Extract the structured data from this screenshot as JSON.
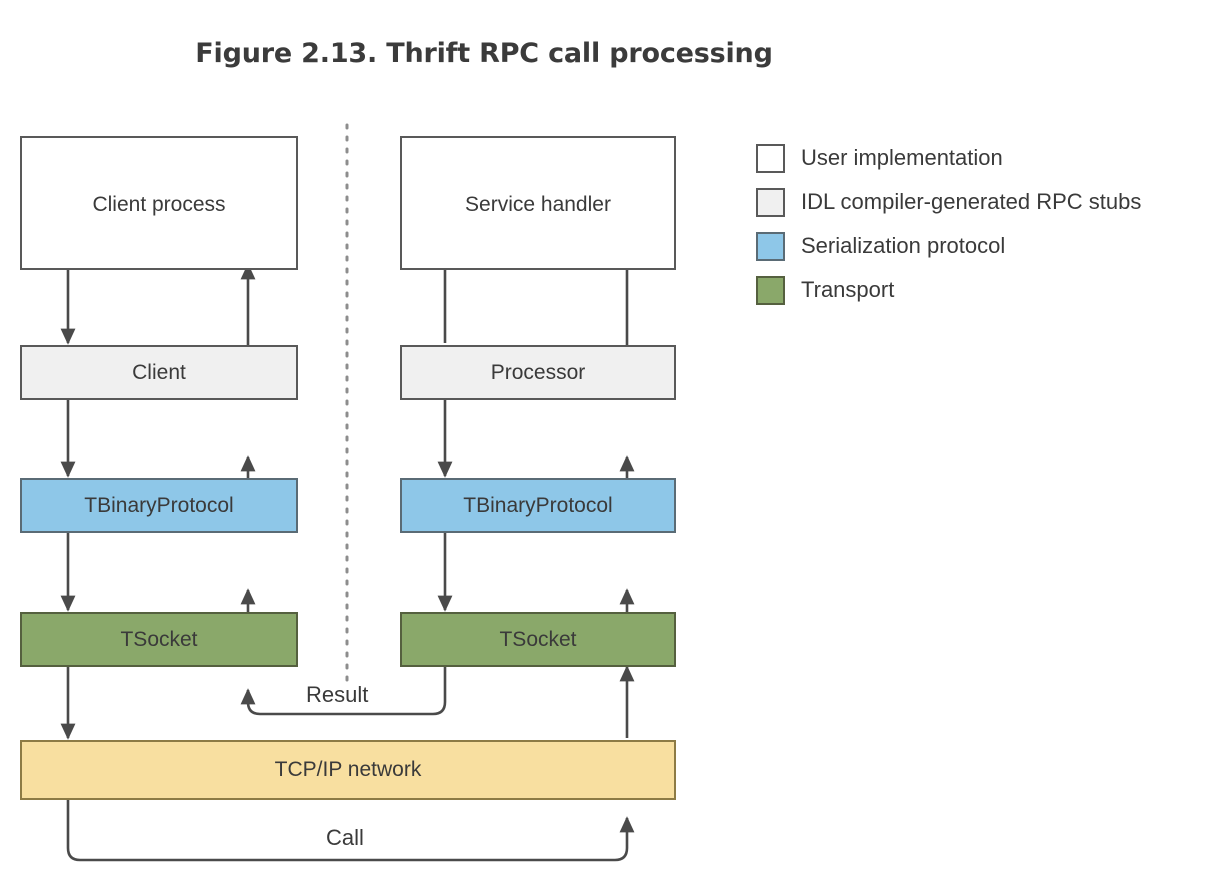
{
  "figure": {
    "title": "Figure 2.13. Thrift RPC call processing"
  },
  "colors": {
    "user_implementation": "#ffffff",
    "idl_stubs": "#f0f0f0",
    "serialization_protocol": "#8ec7e8",
    "transport": "#8aa86a",
    "network": "#f8dfa0",
    "stroke": "#595959",
    "text": "#3a3a3a"
  },
  "legend": {
    "items": [
      {
        "label": "User implementation",
        "swatch": "#ffffff"
      },
      {
        "label": "IDL compiler-generated RPC stubs",
        "swatch": "#f0f0f0"
      },
      {
        "label": "Serialization protocol",
        "swatch": "#8ec7e8"
      },
      {
        "label": "Transport",
        "swatch": "#8aa86a"
      }
    ]
  },
  "diagram": {
    "client_side": {
      "process": "Client process",
      "stub": "Client",
      "protocol": "TBinaryProtocol",
      "transport": "TSocket"
    },
    "server_side": {
      "handler": "Service handler",
      "stub": "Processor",
      "protocol": "TBinaryProtocol",
      "transport": "TSocket"
    },
    "network": "TCP/IP network",
    "edges": {
      "result": "Result",
      "call": "Call"
    }
  }
}
